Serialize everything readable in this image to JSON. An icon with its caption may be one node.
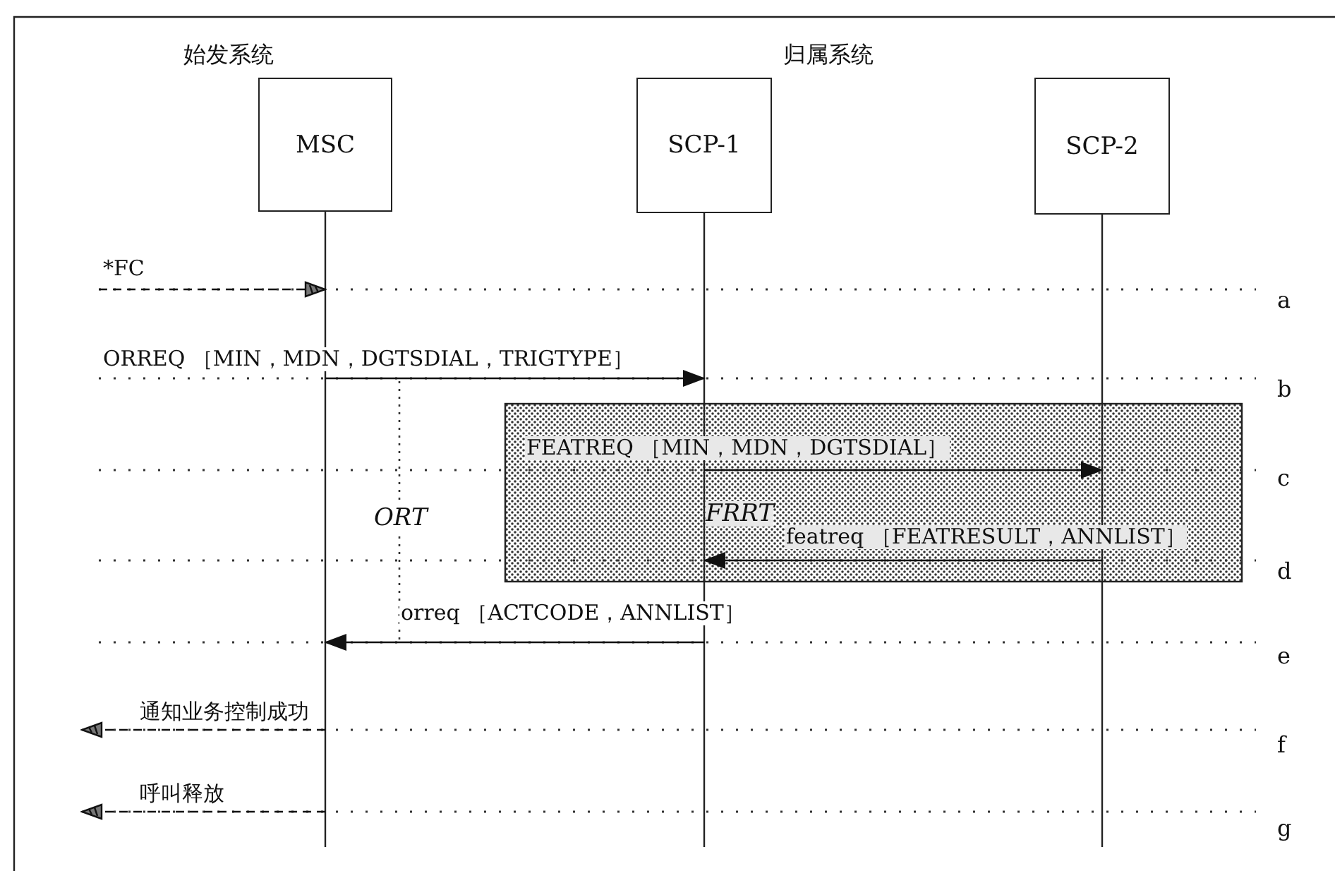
{
  "diagram": {
    "nodes": [
      {
        "text": [
          "MSC"
        ]
      },
      {
        "text": [
          "SCP-1"
        ]
      },
      {
        "text": [
          "SCP-2"
        ]
      }
    ],
    "edges": [
      {
        "from": null,
        "to": 0,
        "arrow": "to",
        "label": "*FC",
        "style": "dashed"
      },
      {
        "from": 0,
        "to": 1,
        "arrow": "to",
        "label": "ORREQ ［MIN，MDN，DGTSDIAL，TRIGTYPE］"
      },
      {
        "from": 1,
        "to": 2,
        "arrow": "to",
        "label": "FEATREQ ［MIN，MDN，DGTSDIAL］"
      },
      {
        "from": 2,
        "to": 1,
        "arrow": "to",
        "label": "featreq ［FEATRESULT，ANNLIST］"
      },
      {
        "from": 1,
        "to": 0,
        "arrow": "to",
        "label": "orreq ［ACTCODE，ANNLIST］"
      },
      {
        "from": 0,
        "to": null,
        "arrow": "to",
        "label": "通知业务控制成功",
        "style": "dashed"
      },
      {
        "from": 0,
        "to": null,
        "arrow": "to",
        "label": "呼叫释放",
        "style": "dashed"
      }
    ],
    "labels": [
      "始发系统",
      "归属系统",
      "a",
      "b",
      "c",
      "ORT",
      "FRRT",
      "d",
      "e",
      "f",
      "g"
    ]
  }
}
